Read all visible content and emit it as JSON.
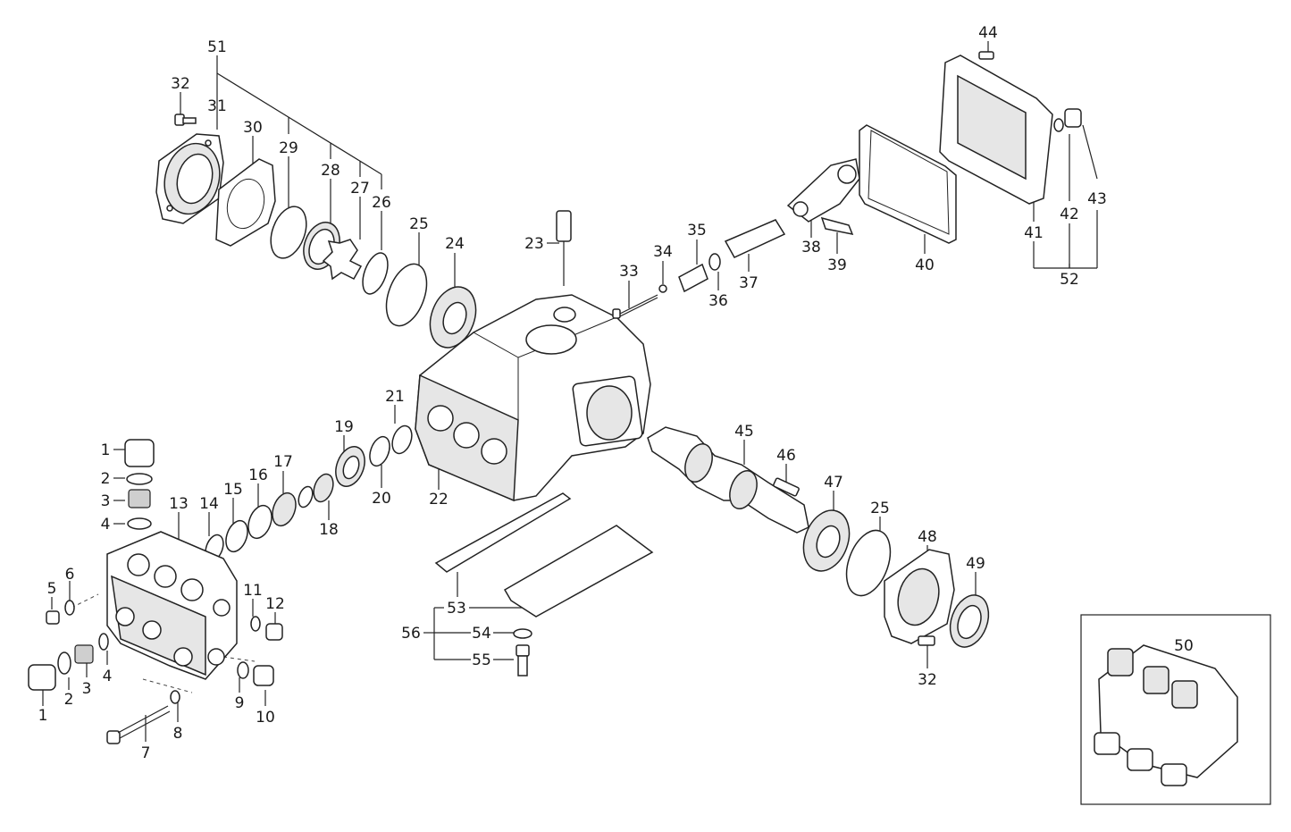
{
  "labels": {
    "l1a": "1",
    "l2a": "2",
    "l3a": "3",
    "l4a": "4",
    "l1b": "1",
    "l2b": "2",
    "l3b": "3",
    "l4b": "4",
    "l5": "5",
    "l6": "6",
    "l7": "7",
    "l8": "8",
    "l9": "9",
    "l10": "10",
    "l11": "11",
    "l12": "12",
    "l13": "13",
    "l14": "14",
    "l15": "15",
    "l16": "16",
    "l17": "17",
    "l18": "18",
    "l19": "19",
    "l20": "20",
    "l21": "21",
    "l22": "22",
    "l23": "23",
    "l24": "24",
    "l25a": "25",
    "l25b": "25",
    "l26": "26",
    "l27": "27",
    "l28": "28",
    "l29": "29",
    "l30": "30",
    "l31": "31",
    "l32a": "32",
    "l32b": "32",
    "l33": "33",
    "l34": "34",
    "l35": "35",
    "l36": "36",
    "l37": "37",
    "l38": "38",
    "l39": "39",
    "l40": "40",
    "l41": "41",
    "l42": "42",
    "l43": "43",
    "l44": "44",
    "l45": "45",
    "l46": "46",
    "l47": "47",
    "l48": "48",
    "l49": "49",
    "l50": "50",
    "l51": "51",
    "l52": "52",
    "l53": "53",
    "l54": "54",
    "l55": "55",
    "l56": "56"
  }
}
